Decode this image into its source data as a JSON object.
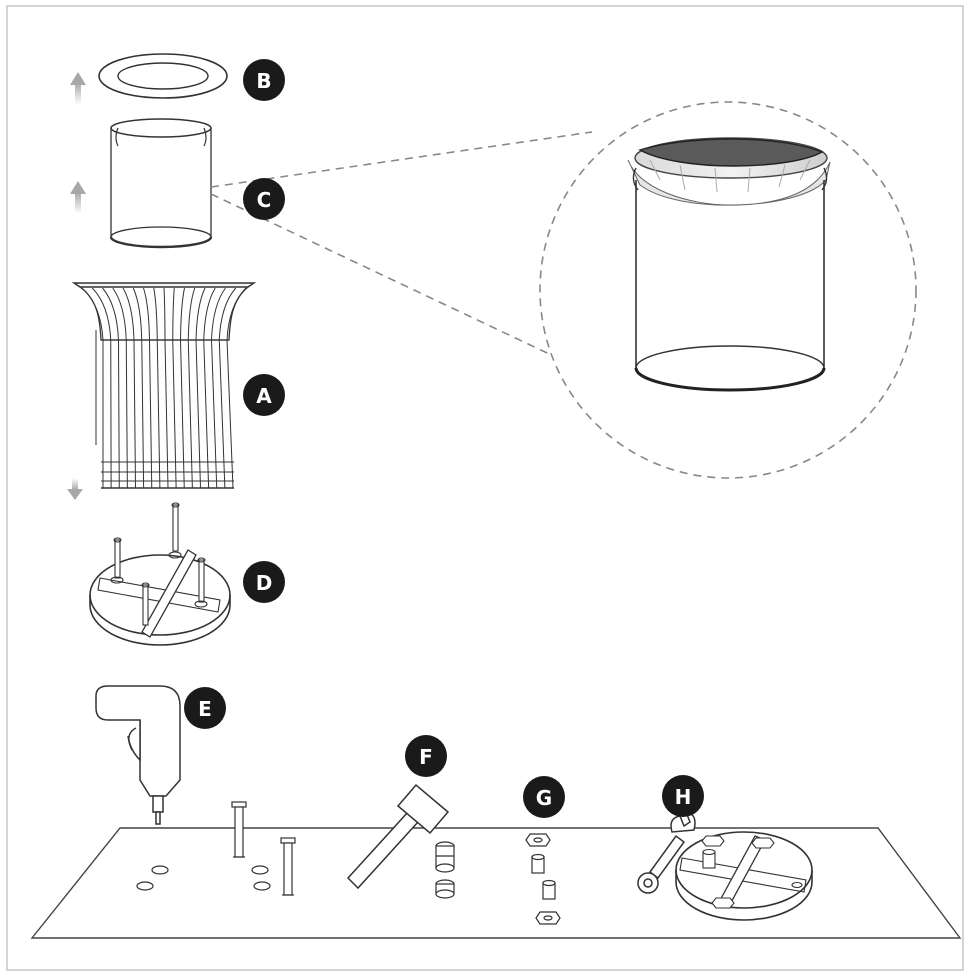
{
  "diagram": {
    "labels": {
      "A": "A",
      "B": "B",
      "C": "C",
      "D": "D",
      "E": "E",
      "F": "F",
      "G": "G",
      "H": "H"
    },
    "colors": {
      "badge": "#1a1a1a",
      "line": "#333333",
      "frame": "#d4d4d4",
      "arrow": "#b8b8b8",
      "dashed": "#888888"
    }
  }
}
